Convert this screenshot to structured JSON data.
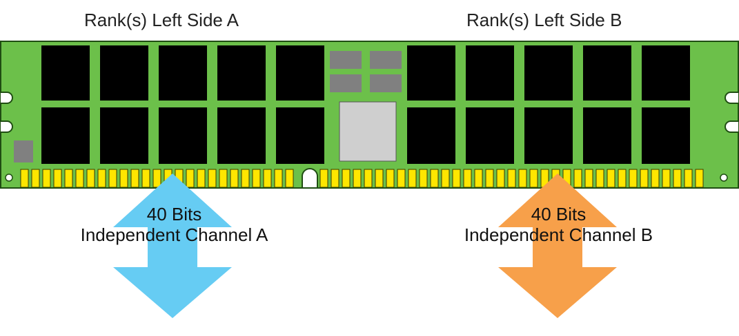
{
  "labels": {
    "rank_side_a": "Rank(s) Left Side A",
    "rank_side_b": "Rank(s) Left Side B"
  },
  "channels": [
    {
      "bits": "40 Bits",
      "name": "Independent Channel A",
      "color": "#66ccf3"
    },
    {
      "bits": "40 Bits",
      "name": "Independent Channel B",
      "color": "#f7a04a"
    }
  ],
  "colors": {
    "pcb": "#6cc04a",
    "chip": "#000000",
    "spd_chip": "#cfcfcf",
    "small_chip": "#808080",
    "pins": "#ffe600"
  }
}
